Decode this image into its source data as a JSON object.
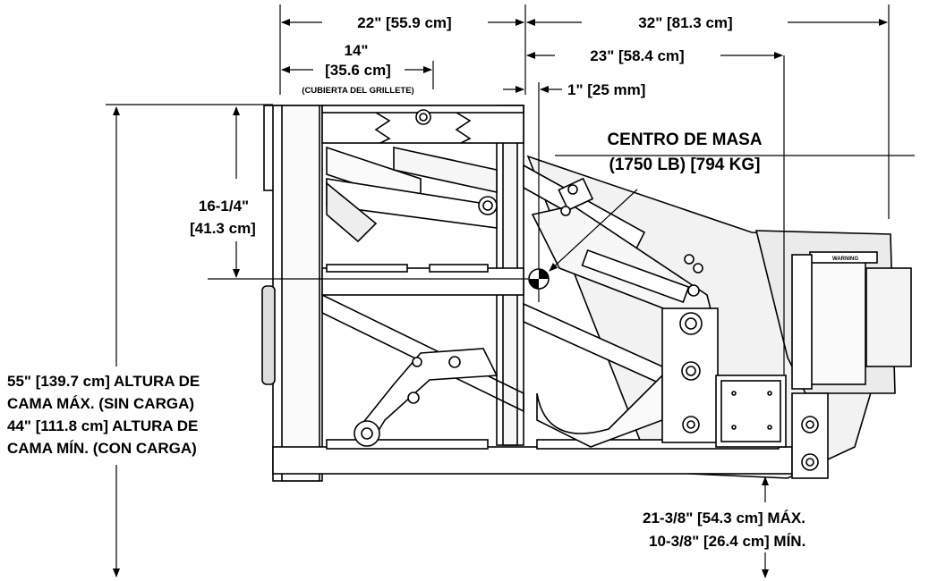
{
  "dimensions": {
    "overall_width": "22\" [55.9 cm]",
    "shackle_cover_inches": "14\"",
    "shackle_cover_cm": "[35.6 cm]",
    "shackle_cover_note": "(CUBIERTA DEL GRILLETE)",
    "rear_length": "32\" [81.3 cm]",
    "com_offset": "23\" [58.4 cm]",
    "small_offset": "1\" [25 mm]",
    "com_height_inches": "16-1/4\"",
    "com_height_cm": "[41.3 cm]",
    "bed_height": [
      "55\" [139.7 cm] ALTURA DE",
      "CAMA MÁX. (SIN CARGA)",
      "44\" [111.8 cm] ALTURA DE",
      "CAMA MÍN. (CON CARGA)"
    ],
    "ground_clearance": [
      "21-3/8\" [54.3 cm] MÁX.",
      "10-3/8\" [26.4 cm] MÍN."
    ]
  },
  "center_of_mass": {
    "title": "CENTRO DE MASA",
    "weight": "(1750 LB) [794 KG]"
  },
  "label_plate_text": "WARNING"
}
